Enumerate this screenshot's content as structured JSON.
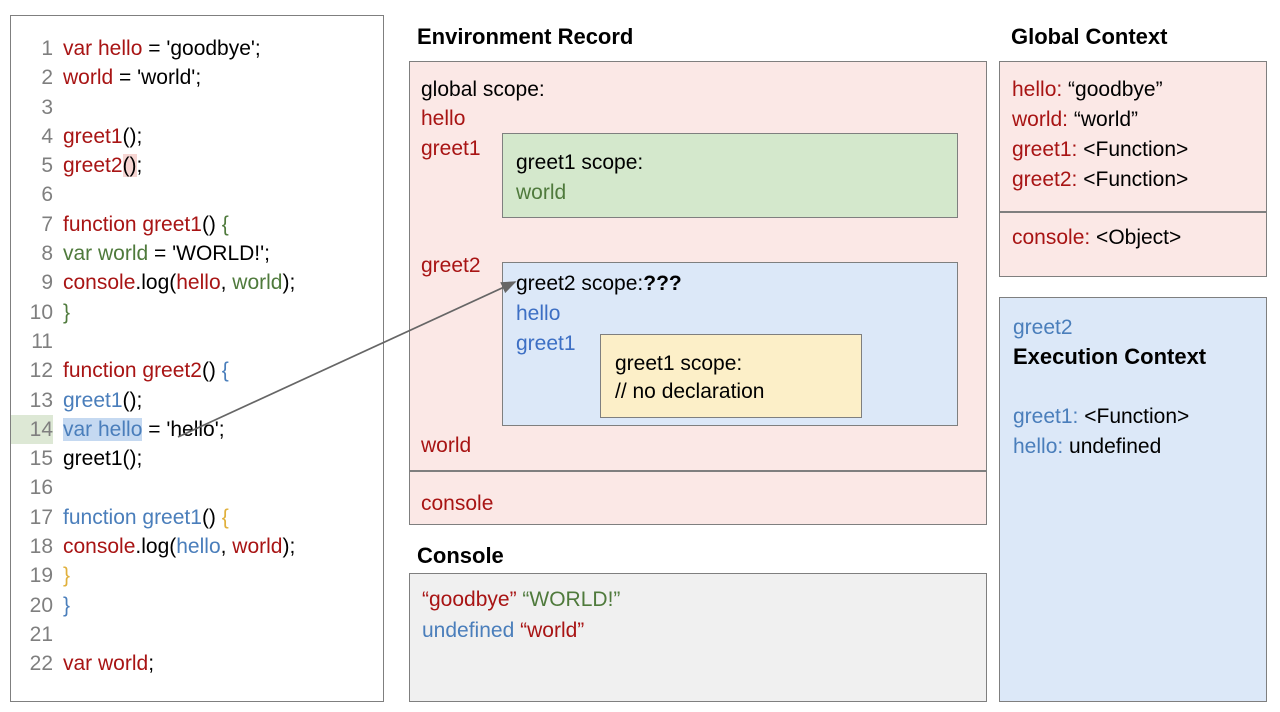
{
  "code_panel": {
    "lines": [
      {
        "num": "1",
        "tokens": [
          {
            "t": "var hello",
            "c": "r"
          },
          {
            "t": " = 'goodbye';",
            "c": "k"
          }
        ]
      },
      {
        "num": "2",
        "tokens": [
          {
            "t": "world",
            "c": "r"
          },
          {
            "t": " = 'world';",
            "c": "k"
          }
        ]
      },
      {
        "num": "3",
        "tokens": []
      },
      {
        "num": "4",
        "tokens": [
          {
            "t": "greet1",
            "c": "r"
          },
          {
            "t": "();",
            "c": "k"
          }
        ]
      },
      {
        "num": "5",
        "tokens": [
          {
            "t": "greet2",
            "c": "r"
          },
          {
            "t": "()",
            "c": "k",
            "hl": "pink"
          },
          {
            "t": ";",
            "c": "k"
          }
        ]
      },
      {
        "num": "6",
        "tokens": []
      },
      {
        "num": "7",
        "tokens": [
          {
            "t": "function greet1",
            "c": "r"
          },
          {
            "t": "() ",
            "c": "k"
          },
          {
            "t": "{",
            "c": "g"
          }
        ]
      },
      {
        "num": "8",
        "tokens": [
          {
            "t": " var world",
            "c": "g"
          },
          {
            "t": " = 'WORLD!';",
            "c": "k"
          }
        ]
      },
      {
        "num": "9",
        "tokens": [
          {
            "t": " console",
            "c": "r"
          },
          {
            "t": ".log(",
            "c": "k"
          },
          {
            "t": "hello",
            "c": "r"
          },
          {
            "t": ", ",
            "c": "k"
          },
          {
            "t": "world",
            "c": "g"
          },
          {
            "t": ");",
            "c": "k"
          }
        ]
      },
      {
        "num": "10",
        "tokens": [
          {
            "t": "}",
            "c": "g"
          }
        ]
      },
      {
        "num": "11",
        "tokens": []
      },
      {
        "num": "12",
        "tokens": [
          {
            "t": "function greet2",
            "c": "r"
          },
          {
            "t": "() ",
            "c": "k"
          },
          {
            "t": "{",
            "c": "b"
          }
        ]
      },
      {
        "num": "13",
        "tokens": [
          {
            "t": " greet1",
            "c": "b"
          },
          {
            "t": "();",
            "c": "k"
          }
        ]
      },
      {
        "num": "14",
        "tokens": [
          {
            "t": " var hello",
            "c": "b",
            "hl": "blue"
          },
          {
            "t": " = 'hello';",
            "c": "k"
          }
        ],
        "gutter_highlight": true
      },
      {
        "num": "15",
        "tokens": [
          {
            "t": " greet1();",
            "c": "k"
          }
        ]
      },
      {
        "num": "16",
        "tokens": []
      },
      {
        "num": "17",
        "tokens": [
          {
            "t": " function greet1",
            "c": "b"
          },
          {
            "t": "() ",
            "c": "k"
          },
          {
            "t": "{",
            "c": "y"
          }
        ]
      },
      {
        "num": "18",
        "tokens": [
          {
            "t": "  console",
            "c": "r"
          },
          {
            "t": ".log(",
            "c": "k"
          },
          {
            "t": "hello",
            "c": "b"
          },
          {
            "t": ", ",
            "c": "k"
          },
          {
            "t": "world",
            "c": "r"
          },
          {
            "t": ");",
            "c": "k"
          }
        ]
      },
      {
        "num": "19",
        "tokens": [
          {
            "t": " }",
            "c": "y"
          }
        ]
      },
      {
        "num": "20",
        "tokens": [
          {
            "t": "}",
            "c": "b"
          }
        ]
      },
      {
        "num": "21",
        "tokens": []
      },
      {
        "num": "22",
        "tokens": [
          {
            "t": " var world",
            "c": "r"
          },
          {
            "t": ";",
            "c": "k"
          }
        ]
      }
    ]
  },
  "environment_record": {
    "title": "Environment Record",
    "global_scope_label": "global scope:",
    "global_vars_top": [
      "hello",
      "greet1"
    ],
    "greet2_var": "greet2",
    "world_var": "world",
    "console_var": "console",
    "greet1_scope": {
      "header": "greet1 scope:",
      "vars": [
        "world"
      ]
    },
    "greet2_scope": {
      "header": "greet2 scope:",
      "header_suffix": "???",
      "vars": [
        "hello",
        "greet1"
      ],
      "inner_greet1_scope": {
        "header": "greet1 scope:",
        "note": "// no declaration"
      }
    }
  },
  "console": {
    "title": "Console",
    "lines": [
      [
        {
          "t": "“goodbye”",
          "color": "#a81414"
        },
        {
          "t": " ",
          "color": "#000"
        },
        {
          "t": "“WORLD!”",
          "color": "#4f7a3c"
        }
      ],
      [
        {
          "t": "undefined",
          "color": "#4a7ebb"
        },
        {
          "t": " ",
          "color": "#000"
        },
        {
          "t": "“world”",
          "color": "#a81414"
        }
      ]
    ]
  },
  "global_context": {
    "title": "Global Context",
    "entries": [
      {
        "key": "hello:",
        "value": " “goodbye”"
      },
      {
        "key": "world:",
        "value": " “world”"
      },
      {
        "key": "greet1:",
        "value": " <Function>"
      },
      {
        "key": "greet2:",
        "value": " <Function>"
      }
    ],
    "console_entry": {
      "key": "console:",
      "value": " <Object>"
    }
  },
  "execution_context": {
    "owner": "greet2",
    "title": "Execution Context",
    "entries": [
      {
        "key": "greet1:",
        "value": " <Function>"
      },
      {
        "key": "hello:",
        "value": " undefined"
      }
    ]
  },
  "colors": {
    "pink_panel": "#fbe8e6",
    "blue_panel": "#dce8f8",
    "green_panel": "#d4e8cc",
    "yellow_panel": "#fcefc8",
    "console_panel": "#f0f0f0",
    "border": "#7f7f7f",
    "code_red": "#a81414",
    "code_blue": "#4a7ebb",
    "code_green": "#4f7a3c",
    "code_yellow": "#e0b03c",
    "line_highlight_green": "#dde8d5",
    "line_highlight_blue": "#c5d9f1"
  }
}
